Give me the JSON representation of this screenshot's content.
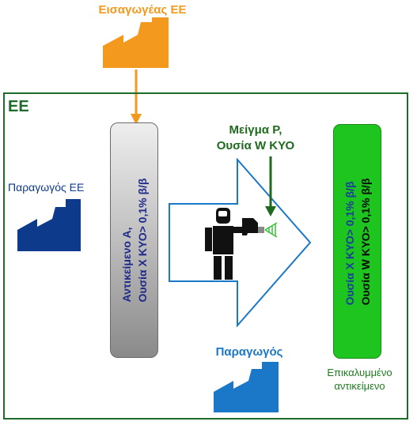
{
  "importer": {
    "label": "Εισαγωγέας ΕΕ",
    "color": "#f39a1e"
  },
  "eu": {
    "label": "ΕΕ",
    "frame_color": "#1f6b2b"
  },
  "eu_producer": {
    "label": "Παραγωγός ΕΕ",
    "color": "#0e3a8c"
  },
  "article_a": {
    "line1": "Αντικείμενο Α,",
    "line2": "Ουσία Χ ΚΥΟ> 0,1% β/β"
  },
  "mixture": {
    "line1": "Μείγμα Ρ,",
    "line2": "Ουσία W ΚΥΟ"
  },
  "producer": {
    "label": "Παραγωγός",
    "color": "#1b78c8"
  },
  "coated_article": {
    "line1": "Ουσία Χ ΚΥΟ> 0,1% β/β",
    "line2": "Ουσία W ΚΥΟ> 0,1% β/β",
    "caption_line1": "Επικαλυμμένο",
    "caption_line2": "αντικείμενο",
    "color": "#1ec51e"
  },
  "icons": [
    "factory-icon",
    "worker-spraying-icon",
    "process-arrow-icon"
  ]
}
